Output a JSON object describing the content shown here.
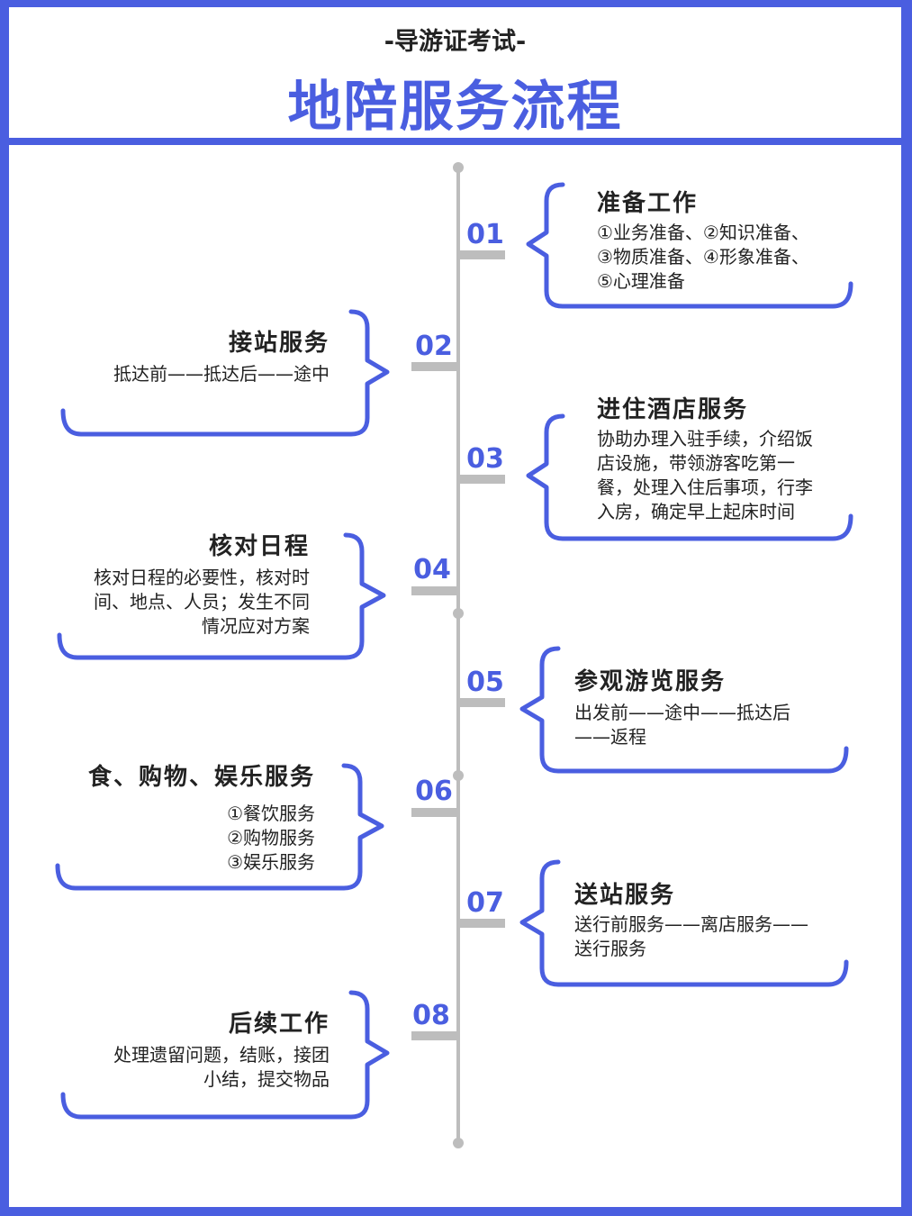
{
  "header": {
    "subtitle": "-导游证考试-",
    "title": "地陪服务流程"
  },
  "steps": [
    {
      "num": "01",
      "title": "准备工作",
      "body": "①业务准备、②知识准备、\n③物质准备、④形象准备、\n⑤心理准备",
      "side": "right"
    },
    {
      "num": "02",
      "title": "接站服务",
      "body": "抵达前——抵达后——途中",
      "side": "left"
    },
    {
      "num": "03",
      "title": "进住酒店服务",
      "body": "协助办理入驻手续，介绍饭\n店设施，带领游客吃第一\n餐，处理入住后事项，行李\n入房，确定早上起床时间",
      "side": "right"
    },
    {
      "num": "04",
      "title": "核对日程",
      "body": "核对日程的必要性，核对时\n间、地点、人员；发生不同\n情况应对方案",
      "side": "left"
    },
    {
      "num": "05",
      "title": "参观游览服务",
      "body": "出发前——途中——抵达后\n——返程",
      "side": "right"
    },
    {
      "num": "06",
      "title": "食、购物、娱乐服务",
      "body": "①餐饮服务\n②购物服务\n③娱乐服务",
      "side": "left"
    },
    {
      "num": "07",
      "title": "送站服务",
      "body": "送行前服务——离店服务——\n送行服务",
      "side": "right"
    },
    {
      "num": "08",
      "title": "后续工作",
      "body": "处理遗留问题，结账，接团\n小结，提交物品",
      "side": "left"
    }
  ],
  "colors": {
    "accent": "#4a5ee0",
    "line": "#bdbdbd",
    "text": "#222222"
  }
}
